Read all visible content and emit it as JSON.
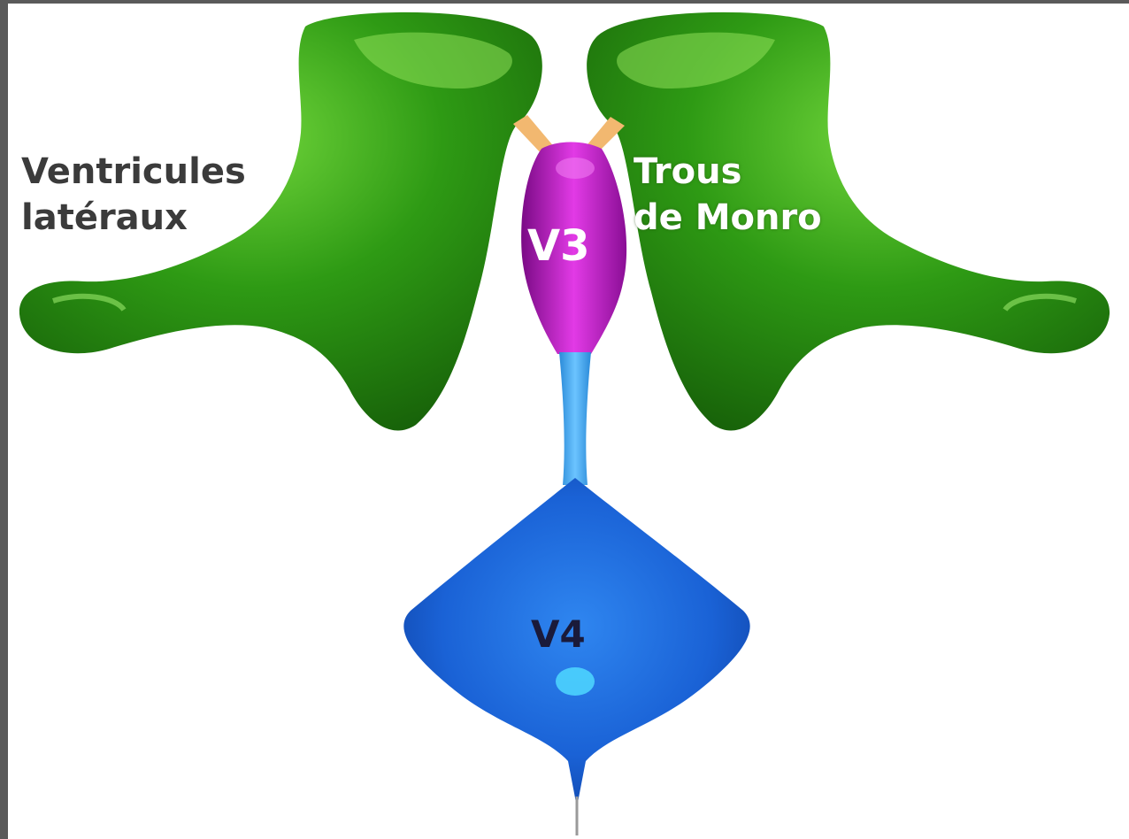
{
  "labels": {
    "lateral_ventricles": "Ventricules\nlatéraux",
    "foramina_monro": "Trous\nde Monro",
    "third_ventricle": "V3",
    "fourth_ventricle": "V4"
  },
  "colors": {
    "lateral_ventricles": "#2e8a12",
    "foramina_monro": "#f2b870",
    "third_ventricle": "#c21cc6",
    "aqueduct": "#3aa6ee",
    "fourth_ventricle": "#1d6fe0",
    "frame": "#5a5a5a",
    "background": "#ffffff"
  }
}
